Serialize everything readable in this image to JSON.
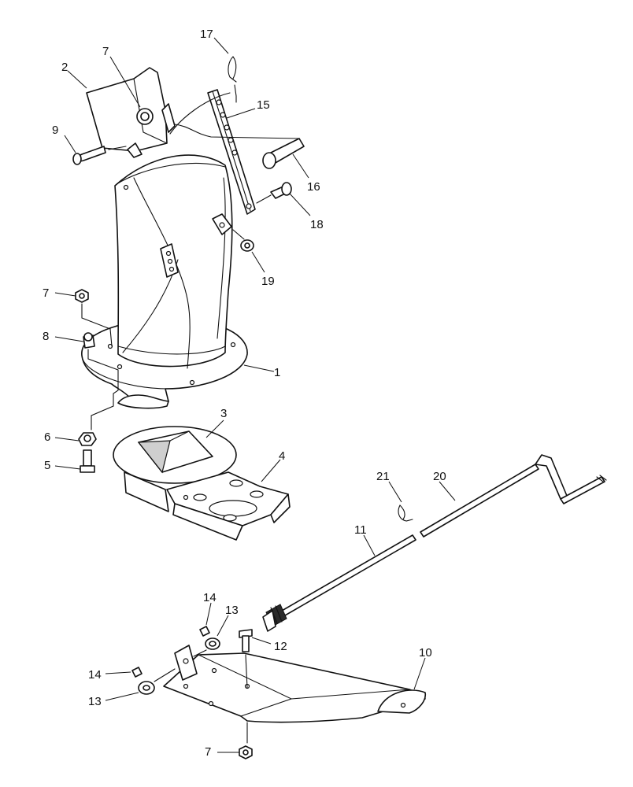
{
  "callouts": {
    "c1": "1",
    "c2": "2",
    "c3": "3",
    "c4": "4",
    "c5": "5",
    "c6": "6",
    "c7a": "7",
    "c7b": "7",
    "c7c": "7",
    "c8": "8",
    "c9": "9",
    "c10": "10",
    "c11": "11",
    "c12": "12",
    "c13a": "13",
    "c13b": "13",
    "c14a": "14",
    "c14b": "14",
    "c15": "15",
    "c16": "16",
    "c17": "17",
    "c18": "18",
    "c19": "19",
    "c20": "20",
    "c21": "21"
  },
  "colors": {
    "line": "#111111",
    "shade": "#cfcfcf",
    "background": "#ffffff"
  }
}
